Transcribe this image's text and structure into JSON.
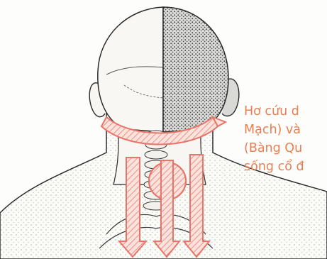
{
  "caption": {
    "lines": [
      "Hơ cứu d",
      "Mạch) và",
      "(Bàng Qu",
      "sống cổ đ"
    ]
  },
  "colors": {
    "arrow_stroke": "#e8746a",
    "arrow_hatch": "#f0a39a",
    "caption_text": "#e87f52",
    "ink": "#2b2b2b"
  }
}
